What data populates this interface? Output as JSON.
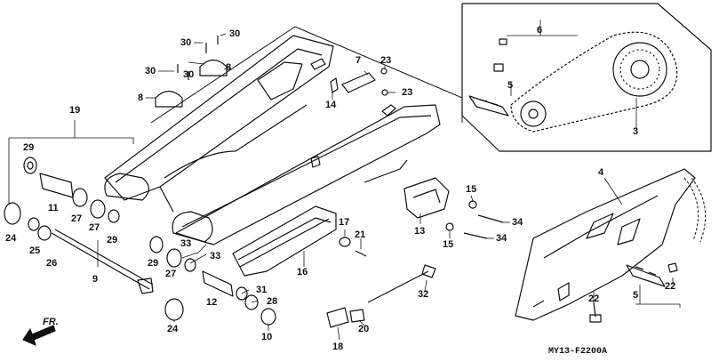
{
  "diagram": {
    "code": "MY13-F2200A",
    "direction": "FR.",
    "callouts": {
      "c1": "30",
      "c2": "30",
      "c3": "30",
      "c4": "30",
      "c5": "8",
      "c6": "8",
      "c7": "7",
      "c8": "23",
      "c9": "23",
      "c10": "14",
      "c11": "19",
      "c12": "29",
      "c13": "11",
      "c14": "27",
      "c15": "27",
      "c16": "29",
      "c17": "24",
      "c18": "25",
      "c19": "26",
      "c20": "9",
      "c21": "33",
      "c22": "33",
      "c23": "29",
      "c24": "27",
      "c25": "12",
      "c26": "31",
      "c27": "28",
      "c28": "10",
      "c29": "24",
      "c30": "16",
      "c31": "17",
      "c32": "21",
      "c33": "13",
      "c34": "15",
      "c35": "15",
      "c36": "34",
      "c37": "34",
      "c38": "32",
      "c39": "20",
      "c40": "18",
      "c41": "6",
      "c42": "5",
      "c43": "3",
      "c44": "4",
      "c45": "22",
      "c46": "5",
      "c47": "22"
    }
  }
}
